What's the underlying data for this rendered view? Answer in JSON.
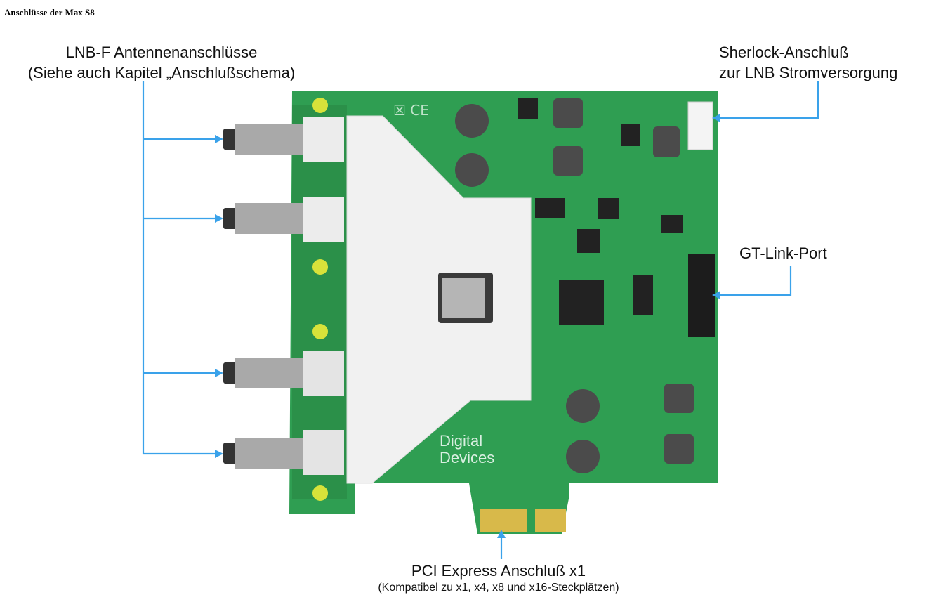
{
  "page": {
    "title": "Anschlüsse der Max S8"
  },
  "labels": {
    "lnb_line1": "LNB-F Antennenanschlüsse",
    "lnb_line2": "(Siehe auch Kapitel „Anschlußschema)",
    "sherlock_line1": "Sherlock-Anschluß",
    "sherlock_line2": "zur LNB Stromversorgung",
    "gtlink": "GT-Link-Port",
    "pci_line1": "PCI Express Anschluß x1",
    "pci_line2": "(Kompatibel zu x1, x4, x8 und x16-Steckplätzen)"
  },
  "board": {
    "brand_line1": "Digital",
    "brand_line2": "Devices",
    "cert_marks": "☒ CE"
  },
  "colors": {
    "pcb": "#2f9e52",
    "pcb_dark": "#267f43",
    "shield": "#f1f1f1",
    "arrow": "#3aa2ea",
    "gold": "#d8b94a"
  }
}
